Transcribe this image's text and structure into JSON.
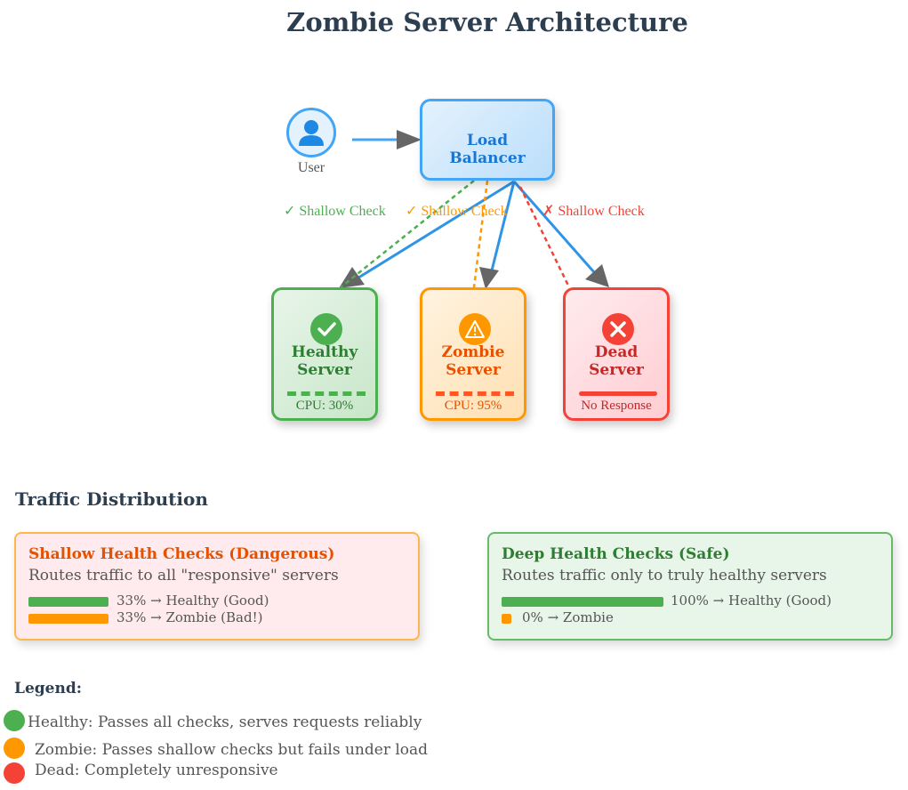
{
  "title": "Zombie Server Architecture",
  "user": {
    "label": "User",
    "icon": "user-icon"
  },
  "load_balancer": {
    "label_line1": "Load",
    "label_line2": "Balancer"
  },
  "checks": [
    {
      "label": "✓ Shallow Check",
      "color": "#4caf50"
    },
    {
      "label": "✓ Shallow Check",
      "color": "#ff9800"
    },
    {
      "label": "✗ Shallow Check",
      "color": "#f44336"
    }
  ],
  "servers": [
    {
      "name_line1": "Healthy",
      "name_line2": "Server",
      "metric": "CPU: 30%",
      "icon": "check-icon",
      "border": "#4caf50",
      "text": "#2e7d32",
      "bar": "#4caf50"
    },
    {
      "name_line1": "Zombie",
      "name_line2": "Server",
      "metric": "CPU: 95%",
      "icon": "warning-icon",
      "border": "#ff9800",
      "text": "#e65100",
      "bar": "#ff5722"
    },
    {
      "name_line1": "Dead",
      "name_line2": "Server",
      "metric": "No Response",
      "icon": "x-icon",
      "border": "#f44336",
      "text": "#c62828",
      "bar": "#f44336"
    }
  ],
  "traffic": {
    "title": "Traffic Distribution",
    "shallow": {
      "heading": "Shallow Health Checks (Dangerous)",
      "desc": "Routes traffic to all \"responsive\" servers",
      "rows": [
        {
          "share": 0.33,
          "text": "33% → Healthy (Good)",
          "color": "#4caf50"
        },
        {
          "share": 0.33,
          "text": "33% → Zombie (Bad!)",
          "color": "#ff9800"
        }
      ]
    },
    "deep": {
      "heading": "Deep Health Checks (Safe)",
      "desc": "Routes traffic only to truly healthy servers",
      "rows": [
        {
          "share": 1.0,
          "text": "100% → Healthy (Good)",
          "color": "#4caf50"
        },
        {
          "share": 0.0,
          "text": "0% → Zombie",
          "color": "#ff9800"
        }
      ]
    }
  },
  "legend": {
    "title": "Legend:",
    "items": [
      {
        "text": "Healthy: Passes all checks, serves requests reliably",
        "color": "#4caf50"
      },
      {
        "text": "Zombie: Passes shallow checks but fails under load",
        "color": "#ff9800"
      },
      {
        "text": "Dead: Completely unresponsive",
        "color": "#f44336"
      }
    ]
  }
}
